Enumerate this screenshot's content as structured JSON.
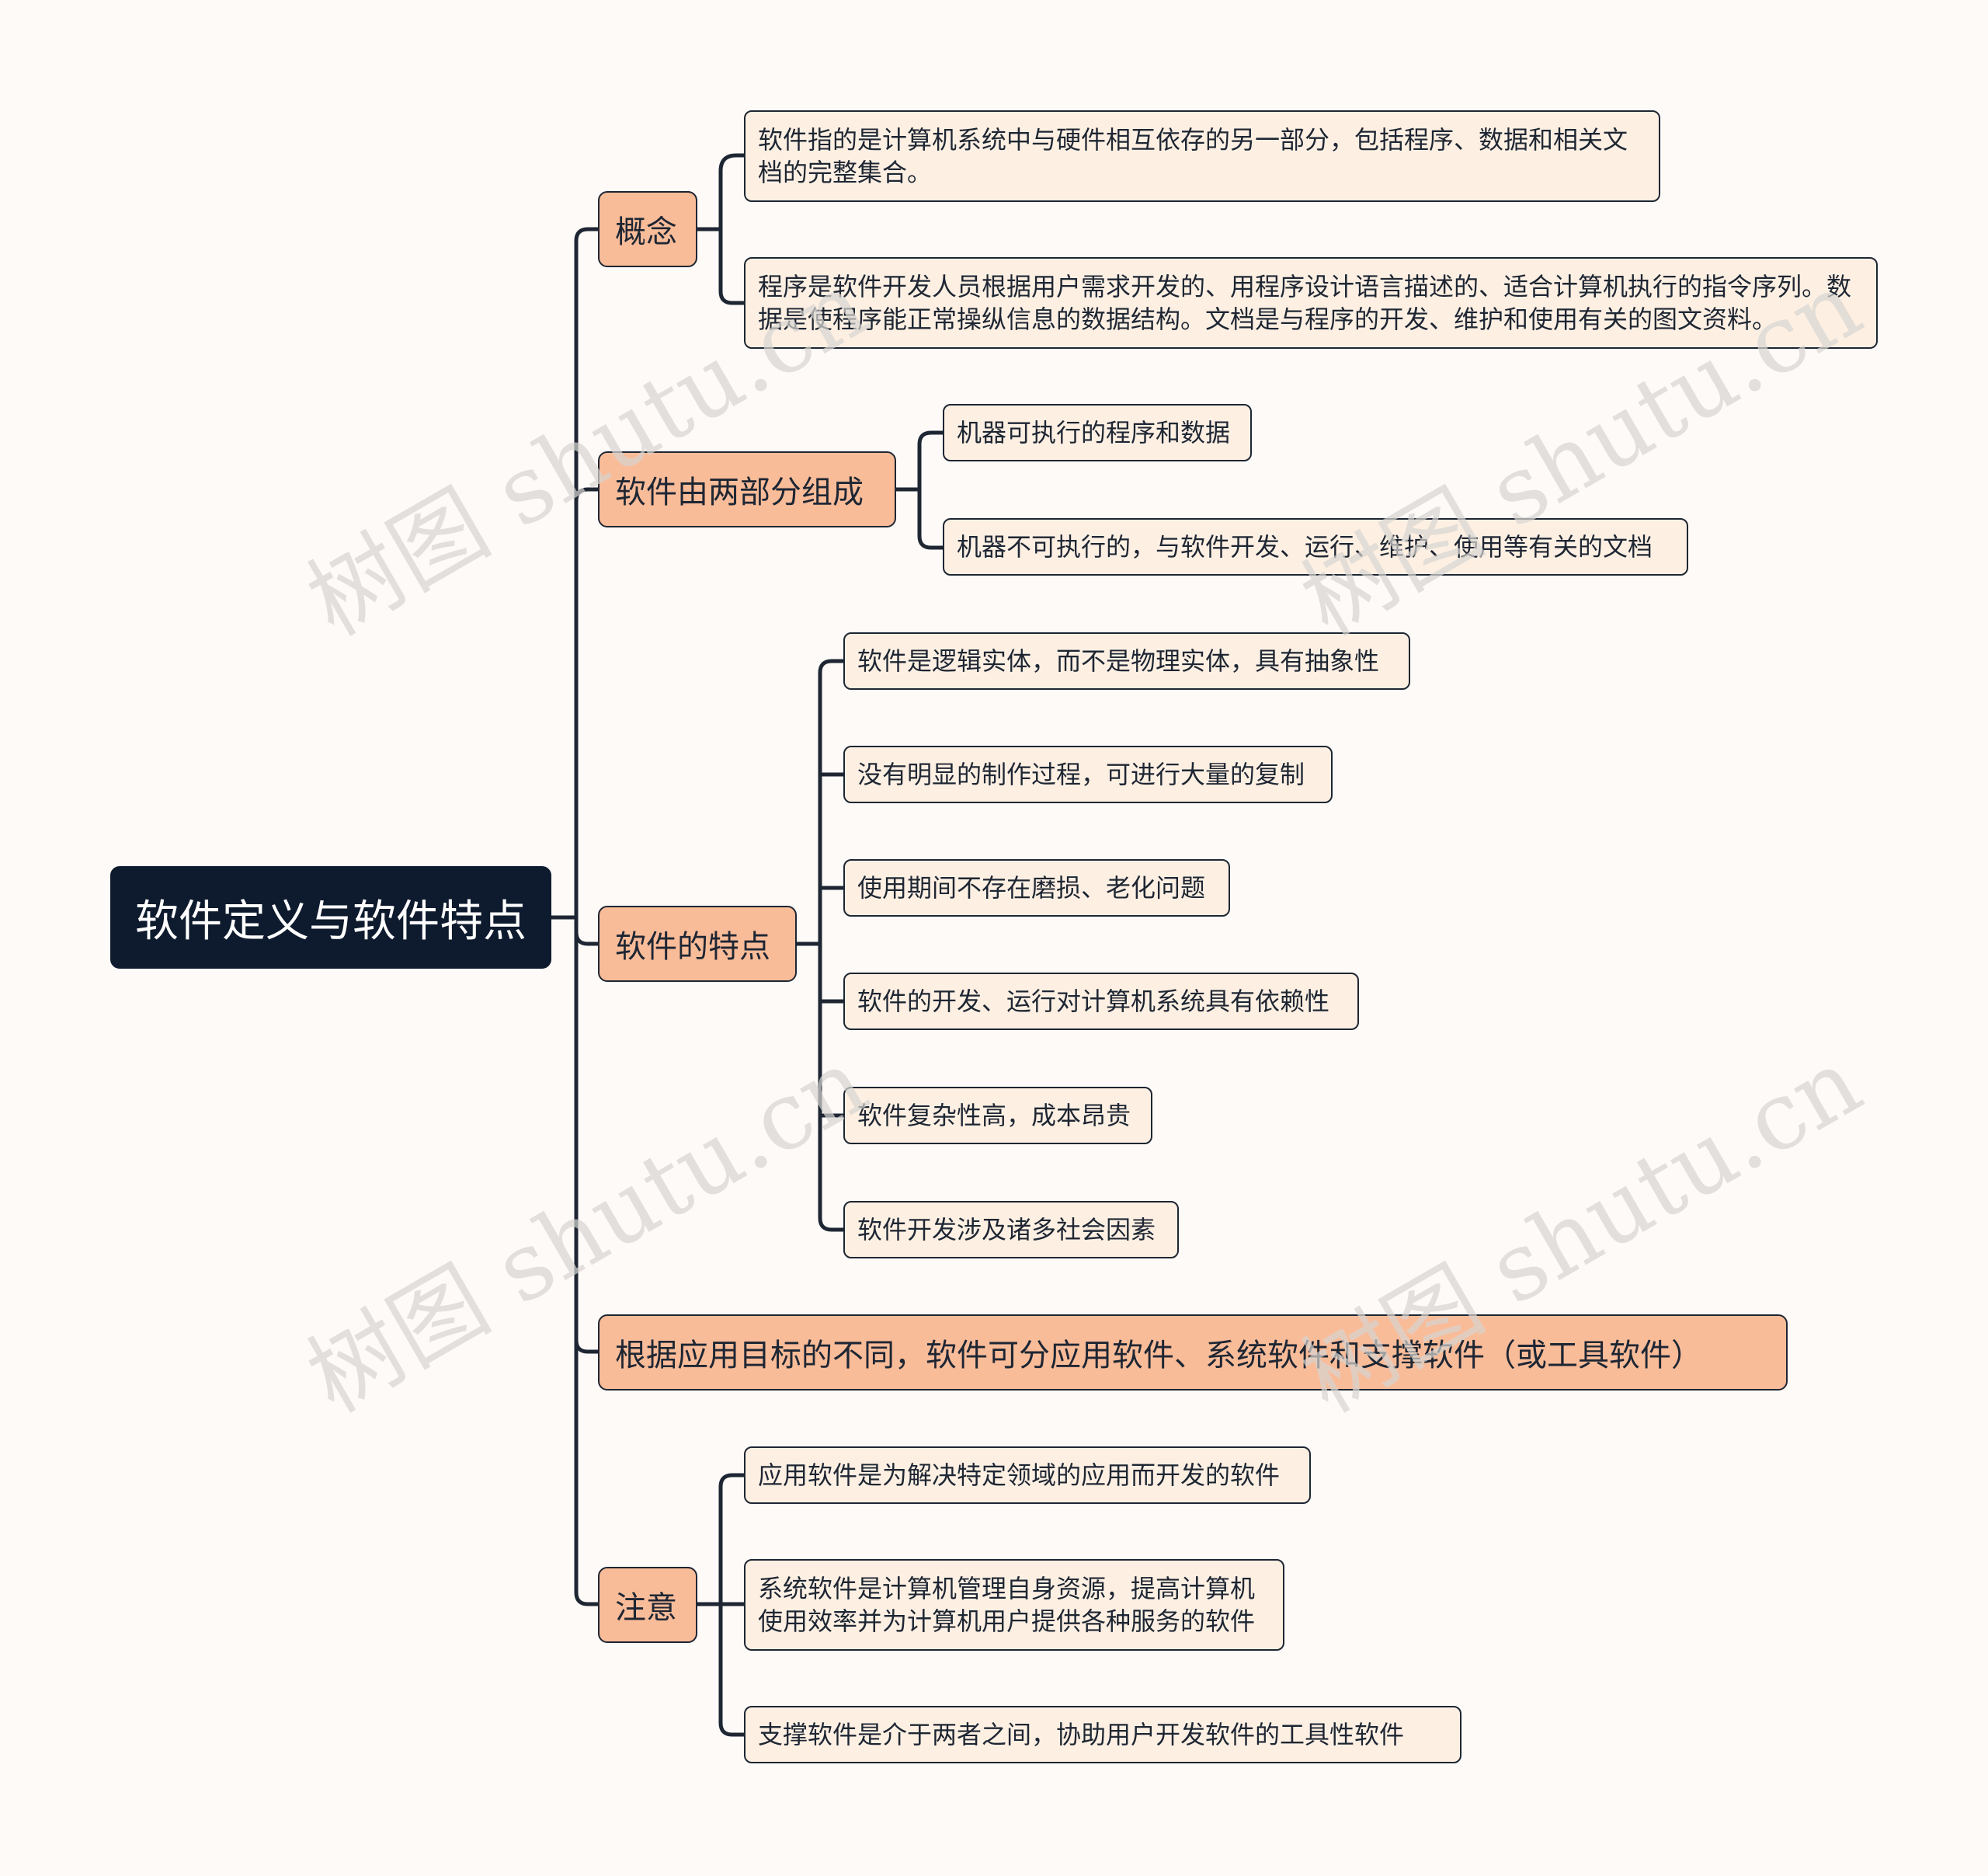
{
  "root": "软件定义与软件特点",
  "branches": {
    "concept": {
      "label": "概念",
      "items": [
        "软件指的是计算机系统中与硬件相互依存的另一部分，包括程序、数据和相关文档的完整集合。",
        "程序是软件开发人员根据用户需求开发的、用程序设计语言描述的、适合计算机执行的指令序列。数据是使程序能正常操纵信息的数据结构。文档是与程序的开发、维护和使用有关的图文资料。"
      ]
    },
    "composition": {
      "label": "软件由两部分组成",
      "items": [
        "机器可执行的程序和数据",
        "机器不可执行的，与软件开发、运行、维护、使用等有关的文档"
      ]
    },
    "features": {
      "label": "软件的特点",
      "items": [
        "软件是逻辑实体，而不是物理实体，具有抽象性",
        "没有明显的制作过程，可进行大量的复制",
        "使用期间不存在磨损、老化问题",
        "软件的开发、运行对计算机系统具有依赖性",
        "软件复杂性高，成本昂贵",
        "软件开发涉及诸多社会因素"
      ]
    },
    "classification": {
      "label": "根据应用目标的不同，软件可分应用软件、系统软件和支撑软件（或工具软件）"
    },
    "notes": {
      "label": "注意",
      "items": [
        "应用软件是为解决特定领域的应用而开发的软件",
        "系统软件是计算机管理自身资源，提高计算机使用效率并为计算机用户提供各种服务的软件",
        "支撑软件是介于两者之间，协助用户开发软件的工具性软件"
      ]
    }
  },
  "watermark": "树图 shutu.cn",
  "colors": {
    "root": "#0e1b2e",
    "level1": "#f9bc99",
    "level2": "#fdf0e3",
    "line": "#1e2633"
  }
}
